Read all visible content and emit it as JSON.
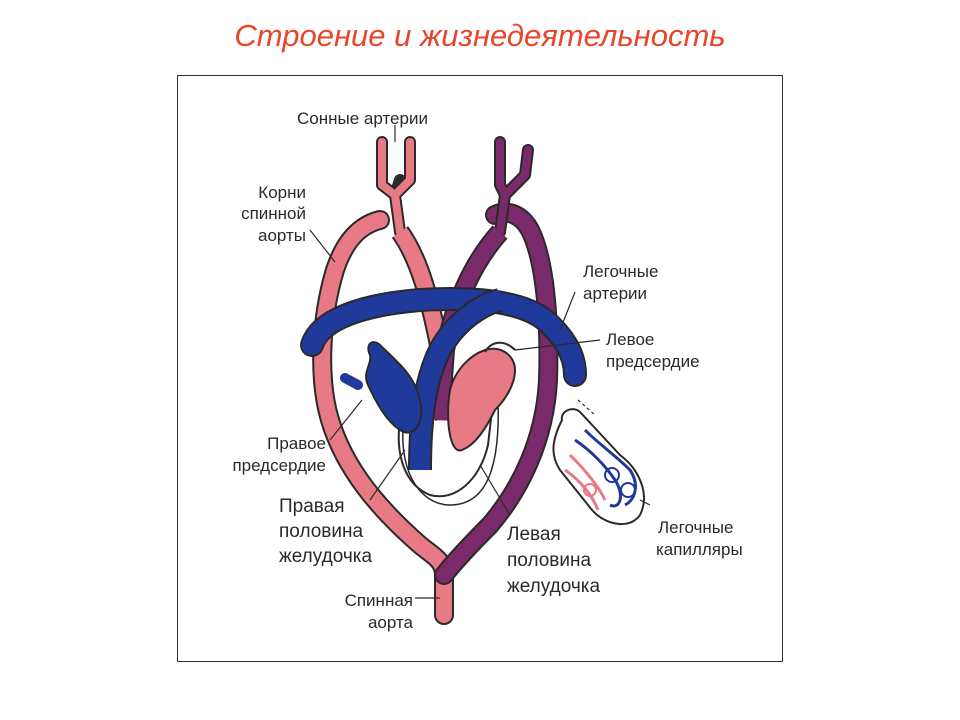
{
  "title": "Строение и жизнедеятельность",
  "colors": {
    "title": "#e8452a",
    "oxygenated_blood": "#e87a86",
    "deoxygenated_blood": "#1f3a9a",
    "mixed_blood": "#7a2a6a",
    "outline": "#2a2a2a"
  },
  "labels": {
    "carotid_arteries": "Сонные артерии",
    "dorsal_aorta_roots": [
      "Корни",
      "спинной",
      "аорты"
    ],
    "pulmonary_arteries": [
      "Легочные",
      "артерии"
    ],
    "left_atrium": [
      "Левое",
      "предсердие"
    ],
    "right_atrium": [
      "Правое",
      "предсердие"
    ],
    "right_ventricle_half": [
      "Правая",
      "половина",
      "желудочка"
    ],
    "left_ventricle_half": [
      "Левая",
      "половина",
      "желудочка"
    ],
    "pulmonary_capillaries": [
      "Легочные",
      "капилляры"
    ],
    "dorsal_aorta": [
      "Спинная",
      "аорта"
    ]
  }
}
